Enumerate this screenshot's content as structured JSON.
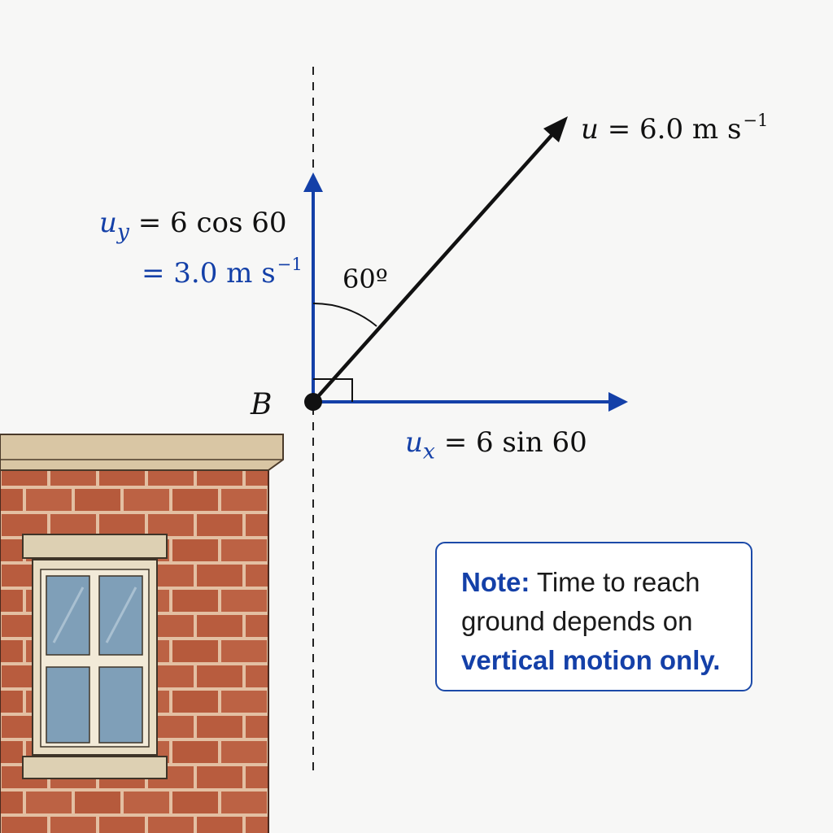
{
  "point_label": "B",
  "velocity": {
    "symbol": "u",
    "value_text": "= 6.0 m s",
    "unit_exp": "−1"
  },
  "angle_label": "60º",
  "uy": {
    "symbol": "u",
    "subscript": "y",
    "expr": "= 6 cos 60",
    "result_text": "= 3.0 m s",
    "result_exp": "−1"
  },
  "ux": {
    "symbol": "u",
    "subscript": "x",
    "expr": "= 6 sin 60"
  },
  "note": {
    "lead": "Note:",
    "text": "Time to reach ground depends on",
    "emphasis": "vertical motion only."
  },
  "colors": {
    "component_blue": "#1440a8",
    "velocity_black": "#111111",
    "brick": "#b85c3e",
    "mortar": "#e6c3a6",
    "ledge": "#d9c6a4",
    "glass": "#7f9fb8"
  },
  "icons": [
    "building",
    "window",
    "arrow"
  ]
}
